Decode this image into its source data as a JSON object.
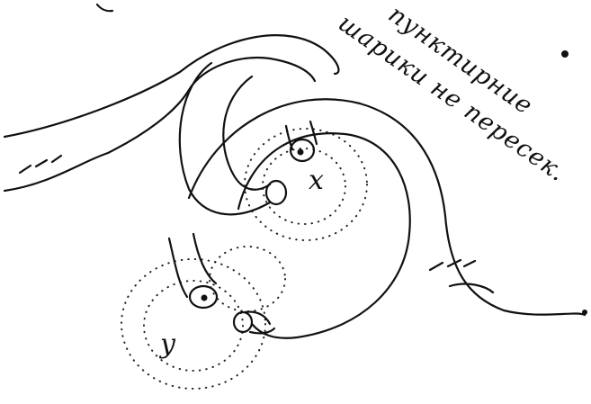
{
  "annotation": {
    "line1": "пунктирние",
    "line2": "шарики не пересек."
  },
  "points": {
    "x_label": "x",
    "y_label": "y"
  },
  "colors": {
    "ink": "#111111",
    "paper": "#ffffff"
  }
}
